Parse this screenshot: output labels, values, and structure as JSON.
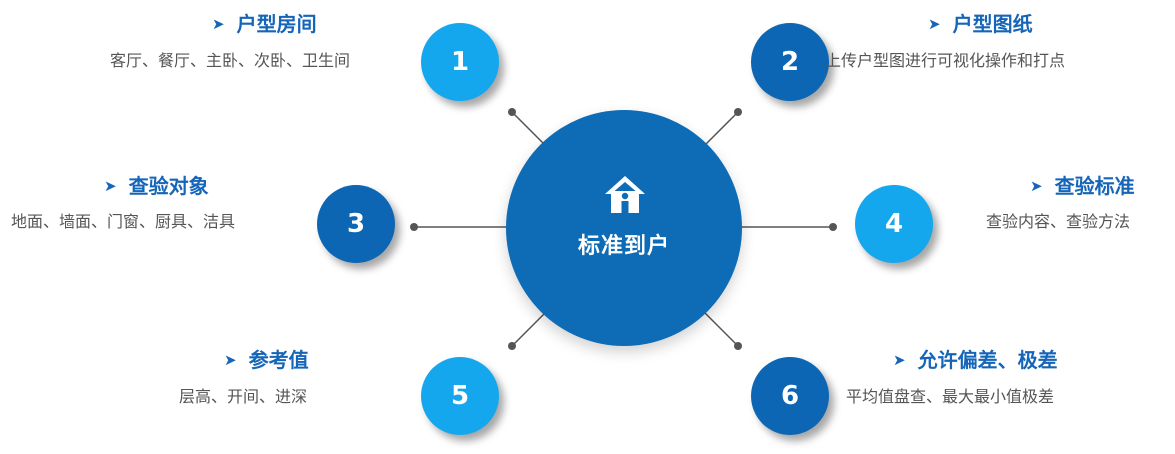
{
  "center": {
    "label": "标准到户",
    "icon": "home-icon"
  },
  "colors": {
    "dark_blue": "#0c66b3",
    "light_blue": "#14a7ee",
    "title_blue": "#1565b8",
    "text_gray": "#555555"
  },
  "items": [
    {
      "number": "1",
      "title": "户型房间",
      "desc": "客厅、餐厅、主卧、次卧、卫生间"
    },
    {
      "number": "2",
      "title": "户型图纸",
      "desc": "上传户型图进行可视化操作和打点"
    },
    {
      "number": "3",
      "title": "查验对象",
      "desc": "地面、墙面、门窗、厨具、洁具"
    },
    {
      "number": "4",
      "title": "查验标准",
      "desc": "查验内容、查验方法"
    },
    {
      "number": "5",
      "title": "参考值",
      "desc": "层高、开间、进深"
    },
    {
      "number": "6",
      "title": "允许偏差、极差",
      "desc": "平均值盘查、最大最小值极差"
    }
  ]
}
